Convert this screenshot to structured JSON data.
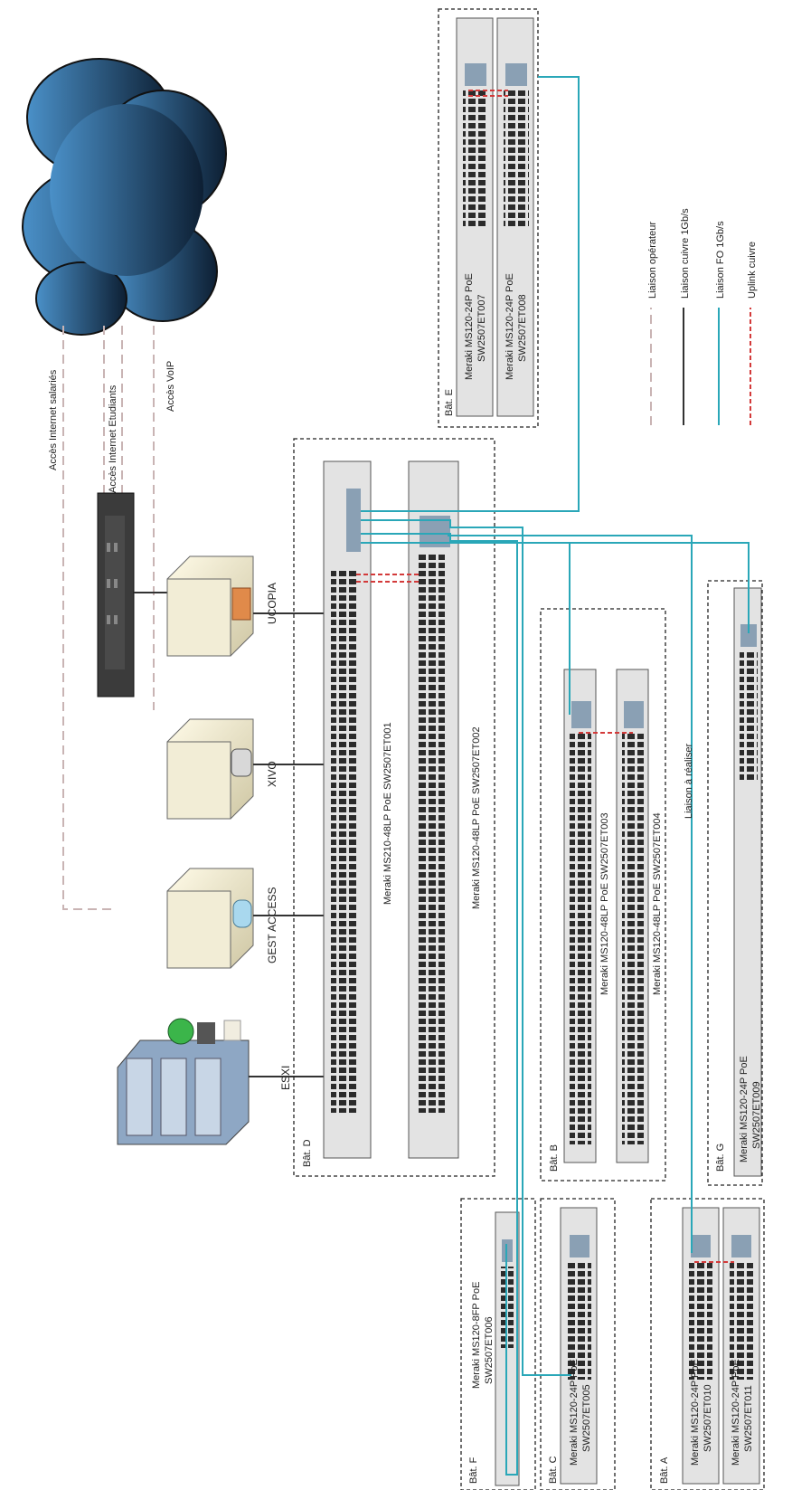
{
  "access": {
    "salaries": "Accès Internet salariés",
    "etudiants": "Accès Internet Etudiants",
    "voip": "Accès VoIP"
  },
  "servers": {
    "esxi": "ESXI",
    "gest": "GEST ACCESS",
    "xivo": "XIVO",
    "ucopia": "UCOPIA"
  },
  "buildings": {
    "d": "Bât. D",
    "e": "Bât. E",
    "b": "Bât. B",
    "c": "Bât. C",
    "f": "Bât. F",
    "a": "Bât. A",
    "g": "Bât. G"
  },
  "switches": {
    "sw001": "Meraki MS210-48LP PoE SW2507ET001",
    "sw002": "Meraki MS120-48LP PoE SW2507ET002",
    "sw003": "Meraki MS120-48LP PoE SW2507ET003",
    "sw004": "Meraki MS120-48LP PoE SW2507ET004",
    "sw005_l1": "Meraki MS120-24P PoE",
    "sw005_l2": "SW2507ET005",
    "sw006_l1": "Meraki MS120-8FP PoE",
    "sw006_l2": "SW2507ET006",
    "sw007_l1": "Meraki MS120-24P PoE",
    "sw007_l2": "SW2507ET007",
    "sw008_l1": "Meraki MS120-24P PoE",
    "sw008_l2": "SW2507ET008",
    "sw009_l1": "Meraki MS120-24P PoE",
    "sw009_l2": "SW2507ET009",
    "sw010_l1": "Meraki MS120-24P PoE",
    "sw010_l2": "SW2507ET010",
    "sw011_l1": "Meraki MS120-24P PoE",
    "sw011_l2": "SW2507ET011"
  },
  "annotation": "Liaison à réaliser",
  "legend": {
    "operateur": "Liaison opérateur",
    "cuivre": "Liaison cuivre 1Gb/s",
    "fo": "Liaison FO 1Gb/s",
    "uplink": "Uplink cuivre"
  },
  "colors": {
    "fiber": "#2aa7b8",
    "uplink": "#d33a3a",
    "operator": "#c9b4b4",
    "copper": "#333333",
    "switch_body": "#e3e3e3",
    "cloud": "#2a5f96"
  }
}
